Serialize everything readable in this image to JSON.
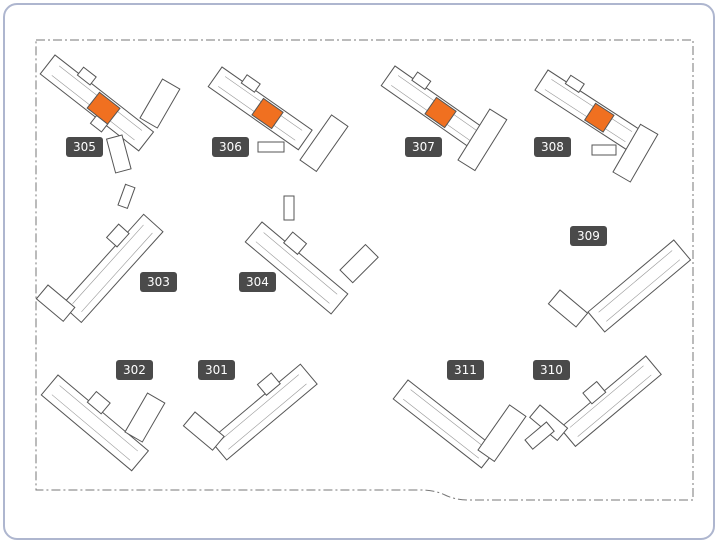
{
  "colors": {
    "frame": "#aeb6cf",
    "outline": "#555555",
    "fill": "#ffffff",
    "highlight": "#f07020",
    "badge": "#4a4a4a",
    "badge_text": "#ffffff"
  },
  "buildings": [
    {
      "id": "305",
      "label": "305",
      "highlighted": true
    },
    {
      "id": "306",
      "label": "306",
      "highlighted": true
    },
    {
      "id": "307",
      "label": "307",
      "highlighted": true
    },
    {
      "id": "308",
      "label": "308",
      "highlighted": true
    },
    {
      "id": "303",
      "label": "303",
      "highlighted": false
    },
    {
      "id": "304",
      "label": "304",
      "highlighted": false
    },
    {
      "id": "309",
      "label": "309",
      "highlighted": false
    },
    {
      "id": "302",
      "label": "302",
      "highlighted": false
    },
    {
      "id": "301",
      "label": "301",
      "highlighted": false
    },
    {
      "id": "311",
      "label": "311",
      "highlighted": false
    },
    {
      "id": "310",
      "label": "310",
      "highlighted": false
    }
  ]
}
